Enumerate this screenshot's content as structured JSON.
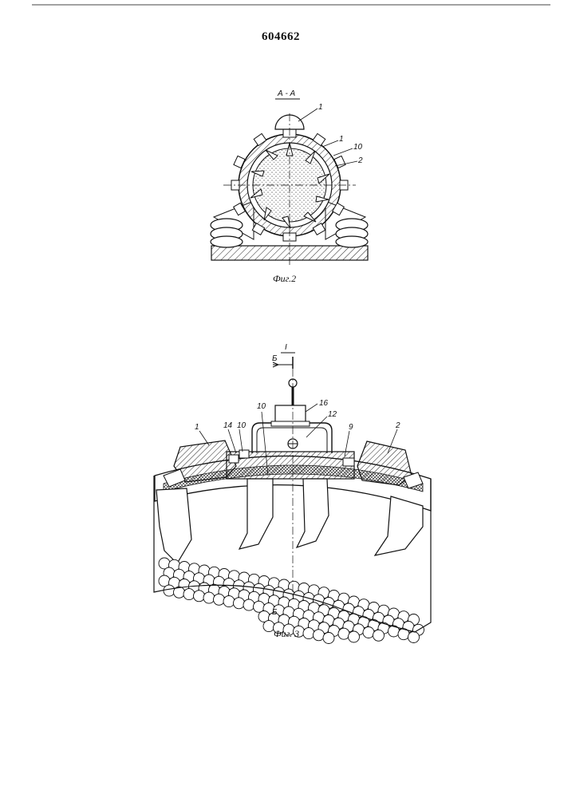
{
  "header": {
    "patent_number": "604662"
  },
  "figure2": {
    "section_label": "А - А",
    "caption": "Фиг.2",
    "callouts": [
      "1",
      "1",
      "10",
      "2"
    ]
  },
  "figure3": {
    "caption": "Фиг. 3",
    "view_label_top": "I",
    "section_mark_top": "Б",
    "section_mark_bottom": "Б",
    "callouts": {
      "c1": "1",
      "c14": "14",
      "c10a": "10",
      "c10b": "10",
      "c16": "16",
      "c12": "12",
      "c9": "9",
      "c2": "2"
    }
  },
  "colors": {
    "ink": "#111111",
    "paper": "#ffffff"
  }
}
